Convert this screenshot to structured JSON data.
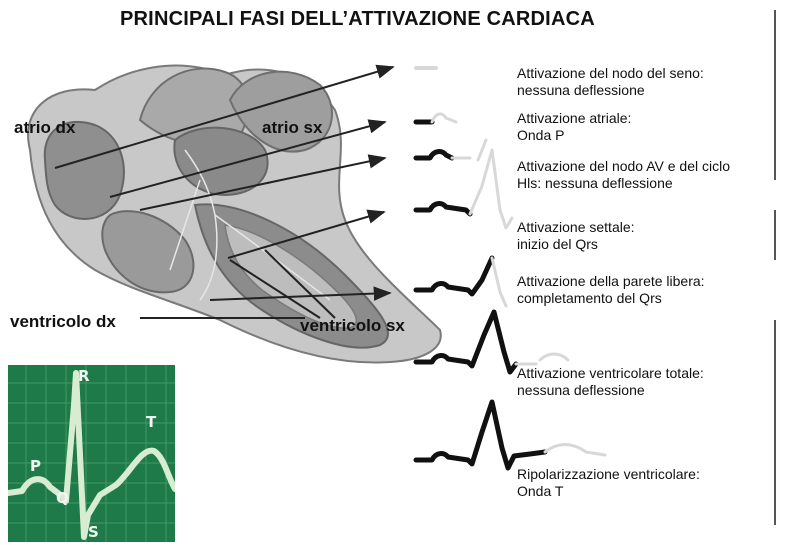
{
  "title": "PRINCIPALI FASI DELL’ATTIVAZIONE CARDIACA",
  "labels": {
    "atrio_dx": "atrio dx",
    "atrio_sx": "atrio sx",
    "ventricolo_dx": "ventricolo dx",
    "ventricolo_sx": "ventricolo sx"
  },
  "stages": [
    {
      "line1": "Attivazione del nodo del seno:",
      "line2": "nessuna deflessione"
    },
    {
      "line1": "Attivazione atriale:",
      "line2": "Onda P"
    },
    {
      "line1": "Attivazione del nodo AV e del ciclo",
      "line2": "Hls: nessuna deflessione"
    },
    {
      "line1": "Attivazione settale:",
      "line2": "inizio del Qrs"
    },
    {
      "line1": "Attivazione della parete libera:",
      "line2": "completamento del Qrs"
    },
    {
      "line1": "Attivazione ventricolare totale:",
      "line2": "nessuna deflessione"
    },
    {
      "line1": "Ripolarizzazione ventricolare:",
      "line2": "Onda T"
    }
  ],
  "ecg_inset": {
    "waves": {
      "p": "P",
      "q": "Q",
      "r": "R",
      "s": "S",
      "t": "T"
    },
    "colors": {
      "background": "#1f7a4a",
      "grid": "#3f9a66",
      "trace": "#d8ecd2"
    }
  }
}
